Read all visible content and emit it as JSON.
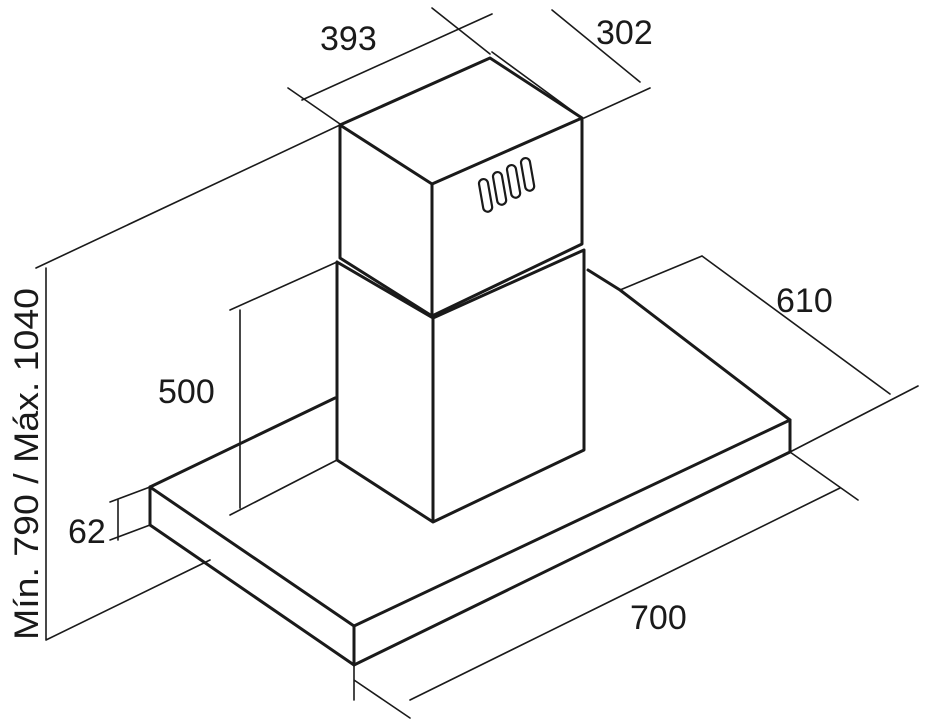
{
  "dimensions": {
    "chimney_width": "393",
    "chimney_depth": "302",
    "hood_depth": "610",
    "chimney_lower_height": "500",
    "canopy_thickness": "62",
    "hood_width": "700",
    "total_height": "Mín. 790 / Máx. 1040"
  },
  "colors": {
    "line": "#1a1a1a",
    "background": "#ffffff"
  },
  "icons": {
    "vent_slots": "vent-slots-icon"
  }
}
